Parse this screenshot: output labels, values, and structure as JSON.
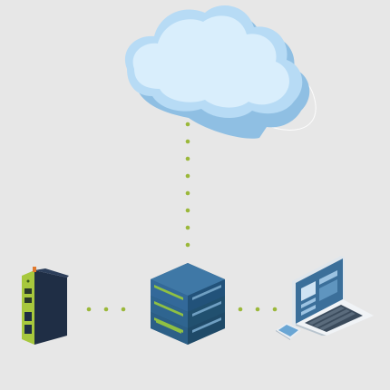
{
  "diagram": {
    "nodes": [
      {
        "id": "cloud",
        "icon": "cloud-icon"
      },
      {
        "id": "server",
        "icon": "server-stack-icon"
      },
      {
        "id": "gateway",
        "icon": "iot-gateway-device-icon"
      },
      {
        "id": "laptop",
        "icon": "laptop-icon"
      },
      {
        "id": "phone",
        "icon": "smartphone-icon"
      }
    ],
    "links": [
      {
        "from": "cloud",
        "to": "server",
        "style": "dotted"
      },
      {
        "from": "gateway",
        "to": "server",
        "style": "dotted"
      },
      {
        "from": "server",
        "to": "laptop",
        "style": "dotted"
      }
    ]
  },
  "colors": {
    "background": "#e7e7e7",
    "connector_dots": "#9bb83a",
    "cloud_fill": "#d6ecfb",
    "cloud_shadow": "#8fbfe3",
    "server_top": "#3f78a6",
    "server_body": "#2c5f87",
    "server_stripe": "#8fc043",
    "gateway_body": "#1f2e45",
    "gateway_front": "#a7c83d",
    "laptop_screen": "#3b6f9a",
    "laptop_body": "#f0f3f6"
  }
}
